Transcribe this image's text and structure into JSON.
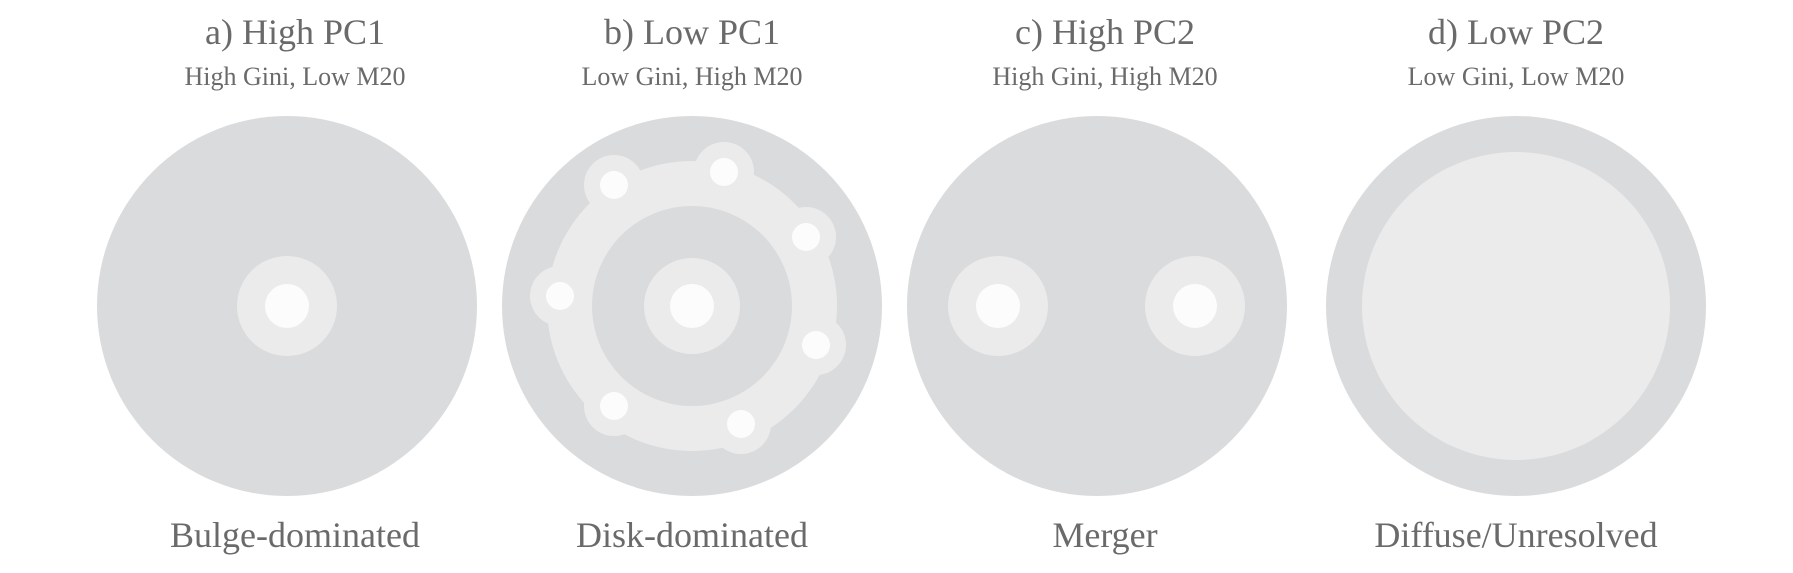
{
  "panels": [
    {
      "title": "a) High PC1",
      "subtitle": "High Gini, Low M20",
      "caption": "Bulge-dominated"
    },
    {
      "title": "b) Low PC1",
      "subtitle": "Low Gini, High M20",
      "caption": "Disk-dominated"
    },
    {
      "title": "c) High PC2",
      "subtitle": "High Gini, High M20",
      "caption": "Merger"
    },
    {
      "title": "d) Low PC2",
      "subtitle": "Low Gini, Low M20",
      "caption": "Diffuse/Unresolved"
    }
  ],
  "colors": {
    "text": "#6a6a6a",
    "disk": "#dadbdd",
    "light": "#ebebeb",
    "core": "#fcfcfc"
  }
}
